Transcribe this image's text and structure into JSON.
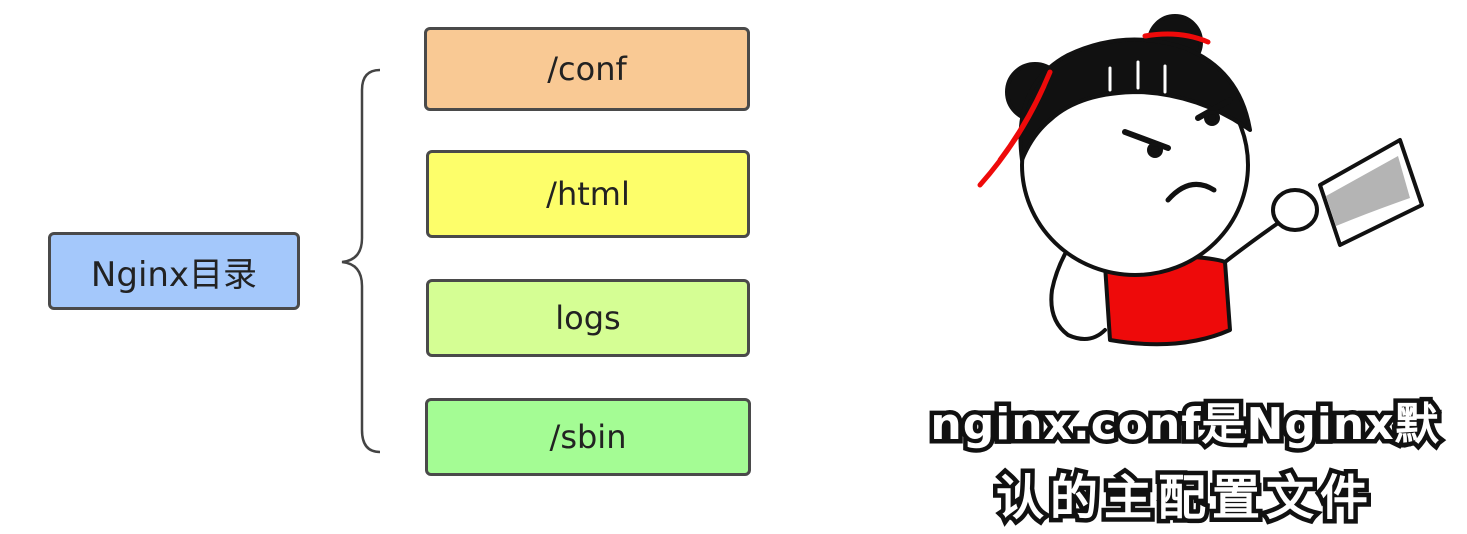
{
  "diagram": {
    "root": {
      "label": "Nginx目录",
      "color": "#a4c8fb"
    },
    "children": [
      {
        "label": "/conf",
        "color": "#f9c994"
      },
      {
        "label": "/html",
        "color": "#fdfe6a"
      },
      {
        "label": "logs",
        "color": "#d5fe94"
      },
      {
        "label": "/sbin",
        "color": "#a4fc94"
      }
    ]
  },
  "sticker": {
    "caption_line_1": "nginx.conf是Nginx默",
    "caption_line_2": "认的主配置文件",
    "accent_color": "#ee0a0a"
  }
}
